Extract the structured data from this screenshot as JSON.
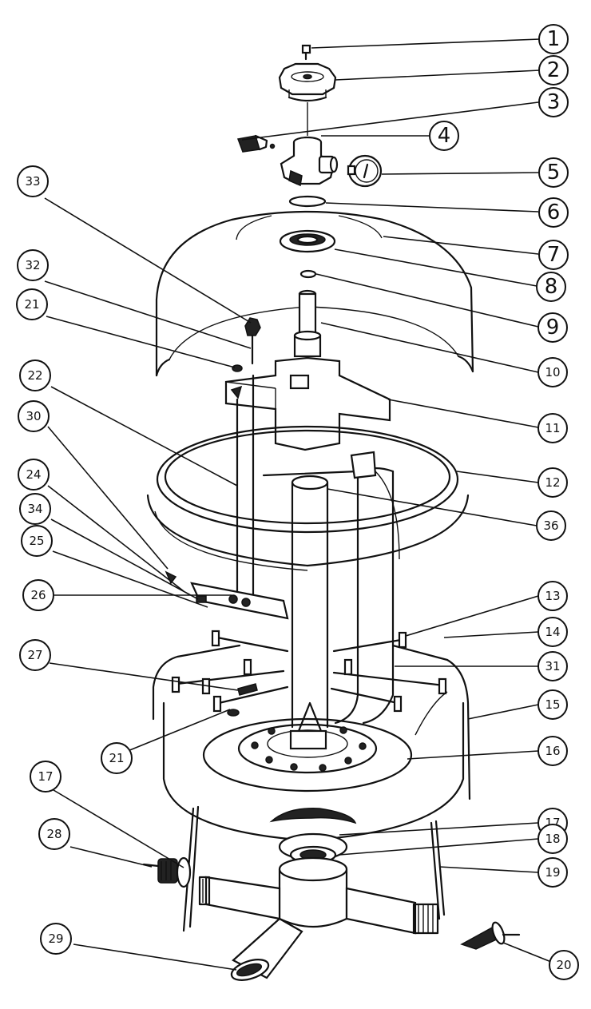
{
  "callouts": [
    {
      "id": "1",
      "label": "1"
    },
    {
      "id": "2",
      "label": "2"
    },
    {
      "id": "3",
      "label": "3"
    },
    {
      "id": "4",
      "label": "4"
    },
    {
      "id": "5",
      "label": "5"
    },
    {
      "id": "6",
      "label": "6"
    },
    {
      "id": "7",
      "label": "7"
    },
    {
      "id": "8",
      "label": "8"
    },
    {
      "id": "9",
      "label": "9"
    },
    {
      "id": "10",
      "label": "10"
    },
    {
      "id": "11",
      "label": "11"
    },
    {
      "id": "12",
      "label": "12"
    },
    {
      "id": "13",
      "label": "13"
    },
    {
      "id": "14",
      "label": "14"
    },
    {
      "id": "15",
      "label": "15"
    },
    {
      "id": "16",
      "label": "16"
    },
    {
      "id": "17a",
      "label": "17"
    },
    {
      "id": "17b",
      "label": "17"
    },
    {
      "id": "18",
      "label": "18"
    },
    {
      "id": "19",
      "label": "19"
    },
    {
      "id": "20",
      "label": "20"
    },
    {
      "id": "21a",
      "label": "21"
    },
    {
      "id": "21b",
      "label": "21"
    },
    {
      "id": "22",
      "label": "22"
    },
    {
      "id": "24",
      "label": "24"
    },
    {
      "id": "25",
      "label": "25"
    },
    {
      "id": "26",
      "label": "26"
    },
    {
      "id": "27",
      "label": "27"
    },
    {
      "id": "28",
      "label": "28"
    },
    {
      "id": "29",
      "label": "29"
    },
    {
      "id": "30",
      "label": "30"
    },
    {
      "id": "31",
      "label": "31"
    },
    {
      "id": "32",
      "label": "32"
    },
    {
      "id": "33",
      "label": "33"
    },
    {
      "id": "34",
      "label": "34"
    },
    {
      "id": "36",
      "label": "36"
    }
  ]
}
